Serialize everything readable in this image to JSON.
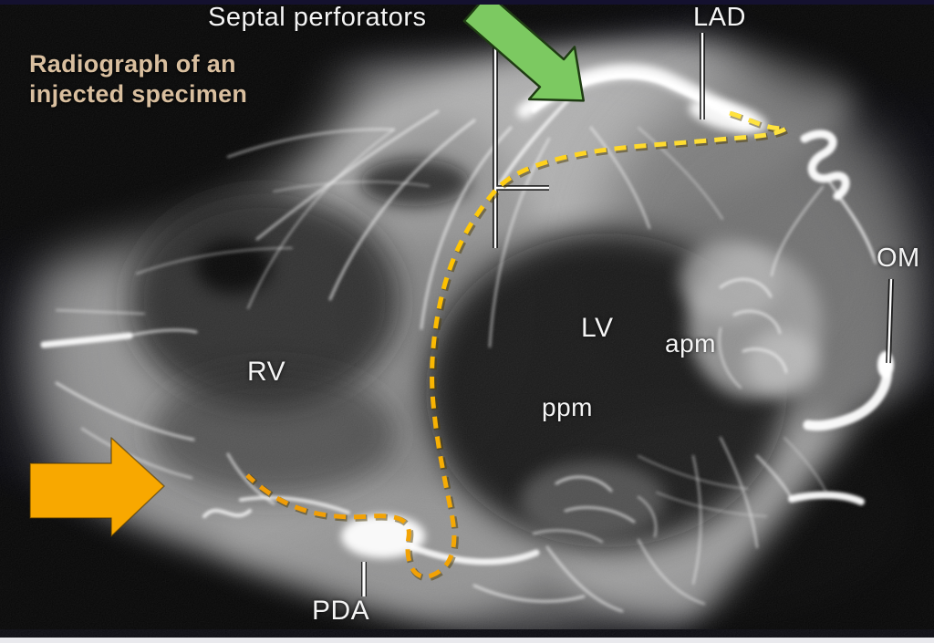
{
  "figure": {
    "type": "annotated cardiac radiograph, short-axis cross-section of heart specimen",
    "caption": "Radiograph of an\ninjected specimen"
  },
  "labels": {
    "septal_perforators": "Septal perforators",
    "lad": "LAD",
    "om": "OM",
    "rv": "RV",
    "lv": "LV",
    "apm": "apm",
    "ppm": "ppm",
    "pda": "PDA"
  },
  "colors": {
    "caption_text": "#d9bf9f",
    "label_text": "#f4f4f4",
    "green_arrow": "#7cc961",
    "green_arrow_outline": "#1e3c12",
    "orange_arrow": "#f8a800",
    "orange_arrow_outline": "#4a3200",
    "dash_yellow": "#ffe33e",
    "dash_gold": "#ffc400",
    "dash_orange": "#f09c06",
    "leader_line": "#ffffff",
    "background": "#030308",
    "top_border": "#14112f",
    "bottom_border": "#e9e9ed"
  }
}
